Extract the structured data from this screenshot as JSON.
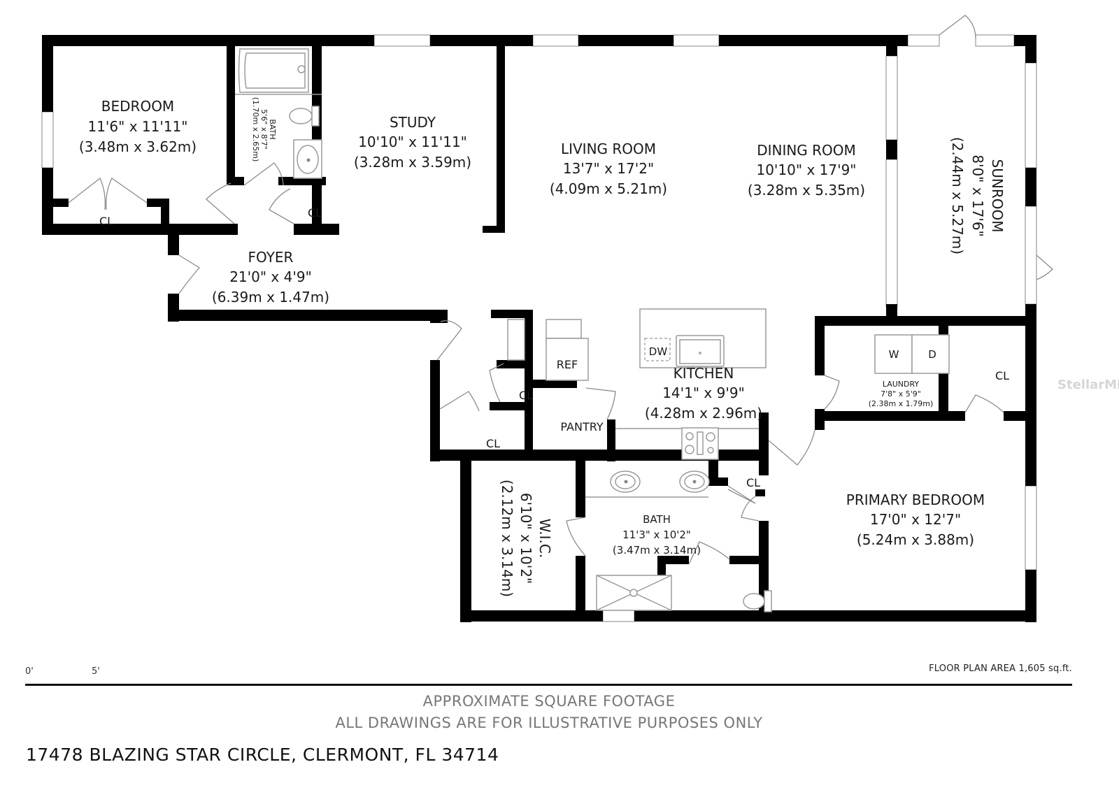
{
  "rooms": {
    "bedroom": {
      "name": "BEDROOM",
      "imperial": "11'6\" x 11'11\"",
      "metric": "(3.48m x 3.62m)"
    },
    "bath_small": {
      "name": "BATH",
      "imperial": "5'6\" x 8'7\"",
      "metric": "(1.70m x 2.65m)"
    },
    "study": {
      "name": "STUDY",
      "imperial": "10'10\" x 11'11\"",
      "metric": "(3.28m x 3.59m)"
    },
    "living": {
      "name": "LIVING ROOM",
      "imperial": "13'7\" x 17'2\"",
      "metric": "(4.09m x 5.21m)"
    },
    "dining": {
      "name": "DINING ROOM",
      "imperial": "10'10\" x 17'9\"",
      "metric": "(3.28m x 5.35m)"
    },
    "sunroom": {
      "name": "SUNROOM",
      "imperial": "8'0\" x 17'6\"",
      "metric": "(2.44m x 5.27m)"
    },
    "foyer": {
      "name": "FOYER",
      "imperial": "21'0\" x 4'9\"",
      "metric": "(6.39m x 1.47m)"
    },
    "kitchen": {
      "name": "KITCHEN",
      "imperial": "14'1\" x 9'9\"",
      "metric": "(4.28m x 2.96m)"
    },
    "laundry": {
      "name": "LAUNDRY",
      "imperial": "7'8\" x 5'9\"",
      "metric": "(2.38m x 1.79m)"
    },
    "wic": {
      "name": "W.I.C.",
      "imperial": "6'10\" x 10'2\"",
      "metric": "(2.12m x 3.14m)"
    },
    "bath_primary": {
      "name": "BATH",
      "imperial": "11'3\" x 10'2\"",
      "metric": "(3.47m x 3.14m)"
    },
    "primary_bedroom": {
      "name": "PRIMARY BEDROOM",
      "imperial": "17'0\" x 12'7\"",
      "metric": "(5.24m x 3.88m)"
    }
  },
  "small_labels": {
    "closet": "CL",
    "pantry": "PANTRY",
    "refrigerator": "REF",
    "dishwasher": "DW",
    "washer": "W",
    "dryer": "D"
  },
  "footer": {
    "scale_start": "0'",
    "scale_end": "5'",
    "floor_plan_area": "FLOOR PLAN AREA 1,605 sq.ft.",
    "disclaimer_1": "APPROXIMATE SQUARE FOOTAGE",
    "disclaimer_2": "ALL DRAWINGS ARE FOR ILLUSTRATIVE PURPOSES ONLY",
    "address": "17478 BLAZING STAR CIRCLE, CLERMONT, FL 34714"
  },
  "watermark": "StellarMLS"
}
